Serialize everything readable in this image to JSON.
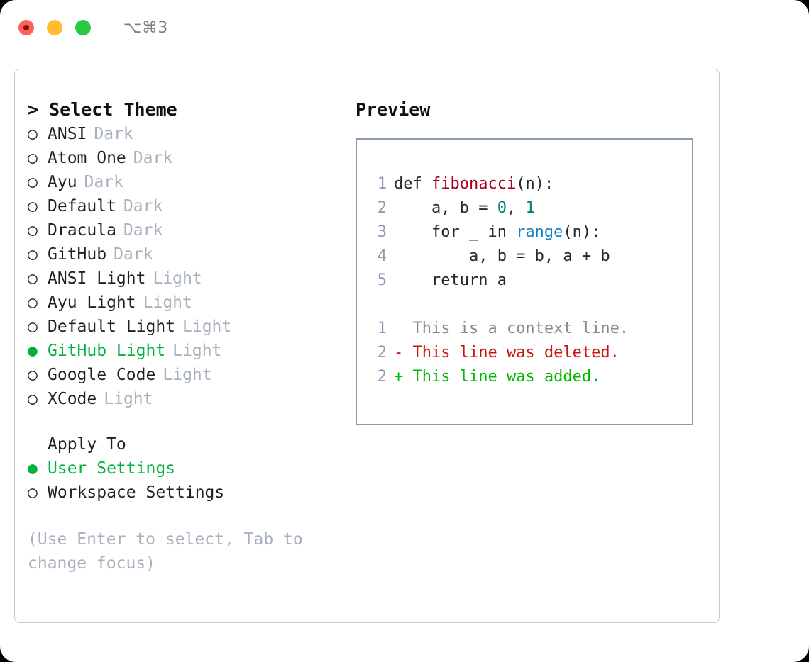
{
  "titlebar": {
    "shortcut": "⌥⌘3",
    "buttons": [
      {
        "name": "close",
        "color": "#ff5f57"
      },
      {
        "name": "minimize",
        "color": "#febc2e"
      },
      {
        "name": "maximize",
        "color": "#28c840"
      }
    ]
  },
  "theme_panel": {
    "heading": "> Select Theme",
    "selected_marker": "●",
    "unselected_marker": "○",
    "items": [
      {
        "marker": "○",
        "label": "ANSI",
        "tag": "Dark",
        "selected": false
      },
      {
        "marker": "○",
        "label": "Atom One",
        "tag": "Dark",
        "selected": false
      },
      {
        "marker": "○",
        "label": "Ayu",
        "tag": "Dark",
        "selected": false
      },
      {
        "marker": "○",
        "label": "Default",
        "tag": "Dark",
        "selected": false
      },
      {
        "marker": "○",
        "label": "Dracula",
        "tag": "Dark",
        "selected": false
      },
      {
        "marker": "○",
        "label": "GitHub",
        "tag": "Dark",
        "selected": false
      },
      {
        "marker": "○",
        "label": "ANSI Light",
        "tag": "Light",
        "selected": false
      },
      {
        "marker": "○",
        "label": "Ayu Light",
        "tag": "Light",
        "selected": false
      },
      {
        "marker": "○",
        "label": "Default Light",
        "tag": "Light",
        "selected": false
      },
      {
        "marker": "●",
        "label": "GitHub Light",
        "tag": "Light",
        "selected": true
      },
      {
        "marker": "○",
        "label": "Google Code",
        "tag": "Light",
        "selected": false
      },
      {
        "marker": "○",
        "label": "XCode",
        "tag": "Light",
        "selected": false
      }
    ]
  },
  "apply_to": {
    "heading": "Apply To",
    "options": [
      {
        "marker": "●",
        "label": "User Settings",
        "selected": true
      },
      {
        "marker": "○",
        "label": "Workspace Settings",
        "selected": false
      }
    ]
  },
  "hint": "(Use Enter to select, Tab to change focus)",
  "preview": {
    "title": "Preview",
    "code_lines": [
      {
        "no": "1",
        "parts": [
          {
            "t": "def ",
            "c": "plain"
          },
          {
            "t": "fibonacci",
            "c": "func"
          },
          {
            "t": "(n):",
            "c": "plain"
          }
        ]
      },
      {
        "no": "2",
        "parts": [
          {
            "t": "    a, b = ",
            "c": "plain"
          },
          {
            "t": "0",
            "c": "num"
          },
          {
            "t": ", ",
            "c": "plain"
          },
          {
            "t": "1",
            "c": "num"
          }
        ]
      },
      {
        "no": "3",
        "parts": [
          {
            "t": "    for _ in ",
            "c": "plain"
          },
          {
            "t": "range",
            "c": "call"
          },
          {
            "t": "(n):",
            "c": "plain"
          }
        ]
      },
      {
        "no": "4",
        "parts": [
          {
            "t": "        a, b = b, a + b",
            "c": "plain"
          }
        ]
      },
      {
        "no": "5",
        "parts": [
          {
            "t": "    return a",
            "c": "plain"
          }
        ]
      }
    ],
    "diff_lines": [
      {
        "no": "1",
        "kind": "ctx",
        "text": "  This is a context line."
      },
      {
        "no": "2",
        "kind": "del",
        "text": "- This line was deleted."
      },
      {
        "no": "2",
        "kind": "add",
        "text": "+ This line was added."
      }
    ]
  },
  "colors": {
    "accent_green": "#00b33c",
    "muted_gray": "#a8b0bd",
    "panel_border": "#c3cbd6",
    "preview_border": "#8b9bb0",
    "diff_delete": "#c8140a",
    "diff_add": "#00b800",
    "token_function": "#a6001a",
    "token_number": "#0a7f78",
    "token_call": "#1682c4"
  }
}
